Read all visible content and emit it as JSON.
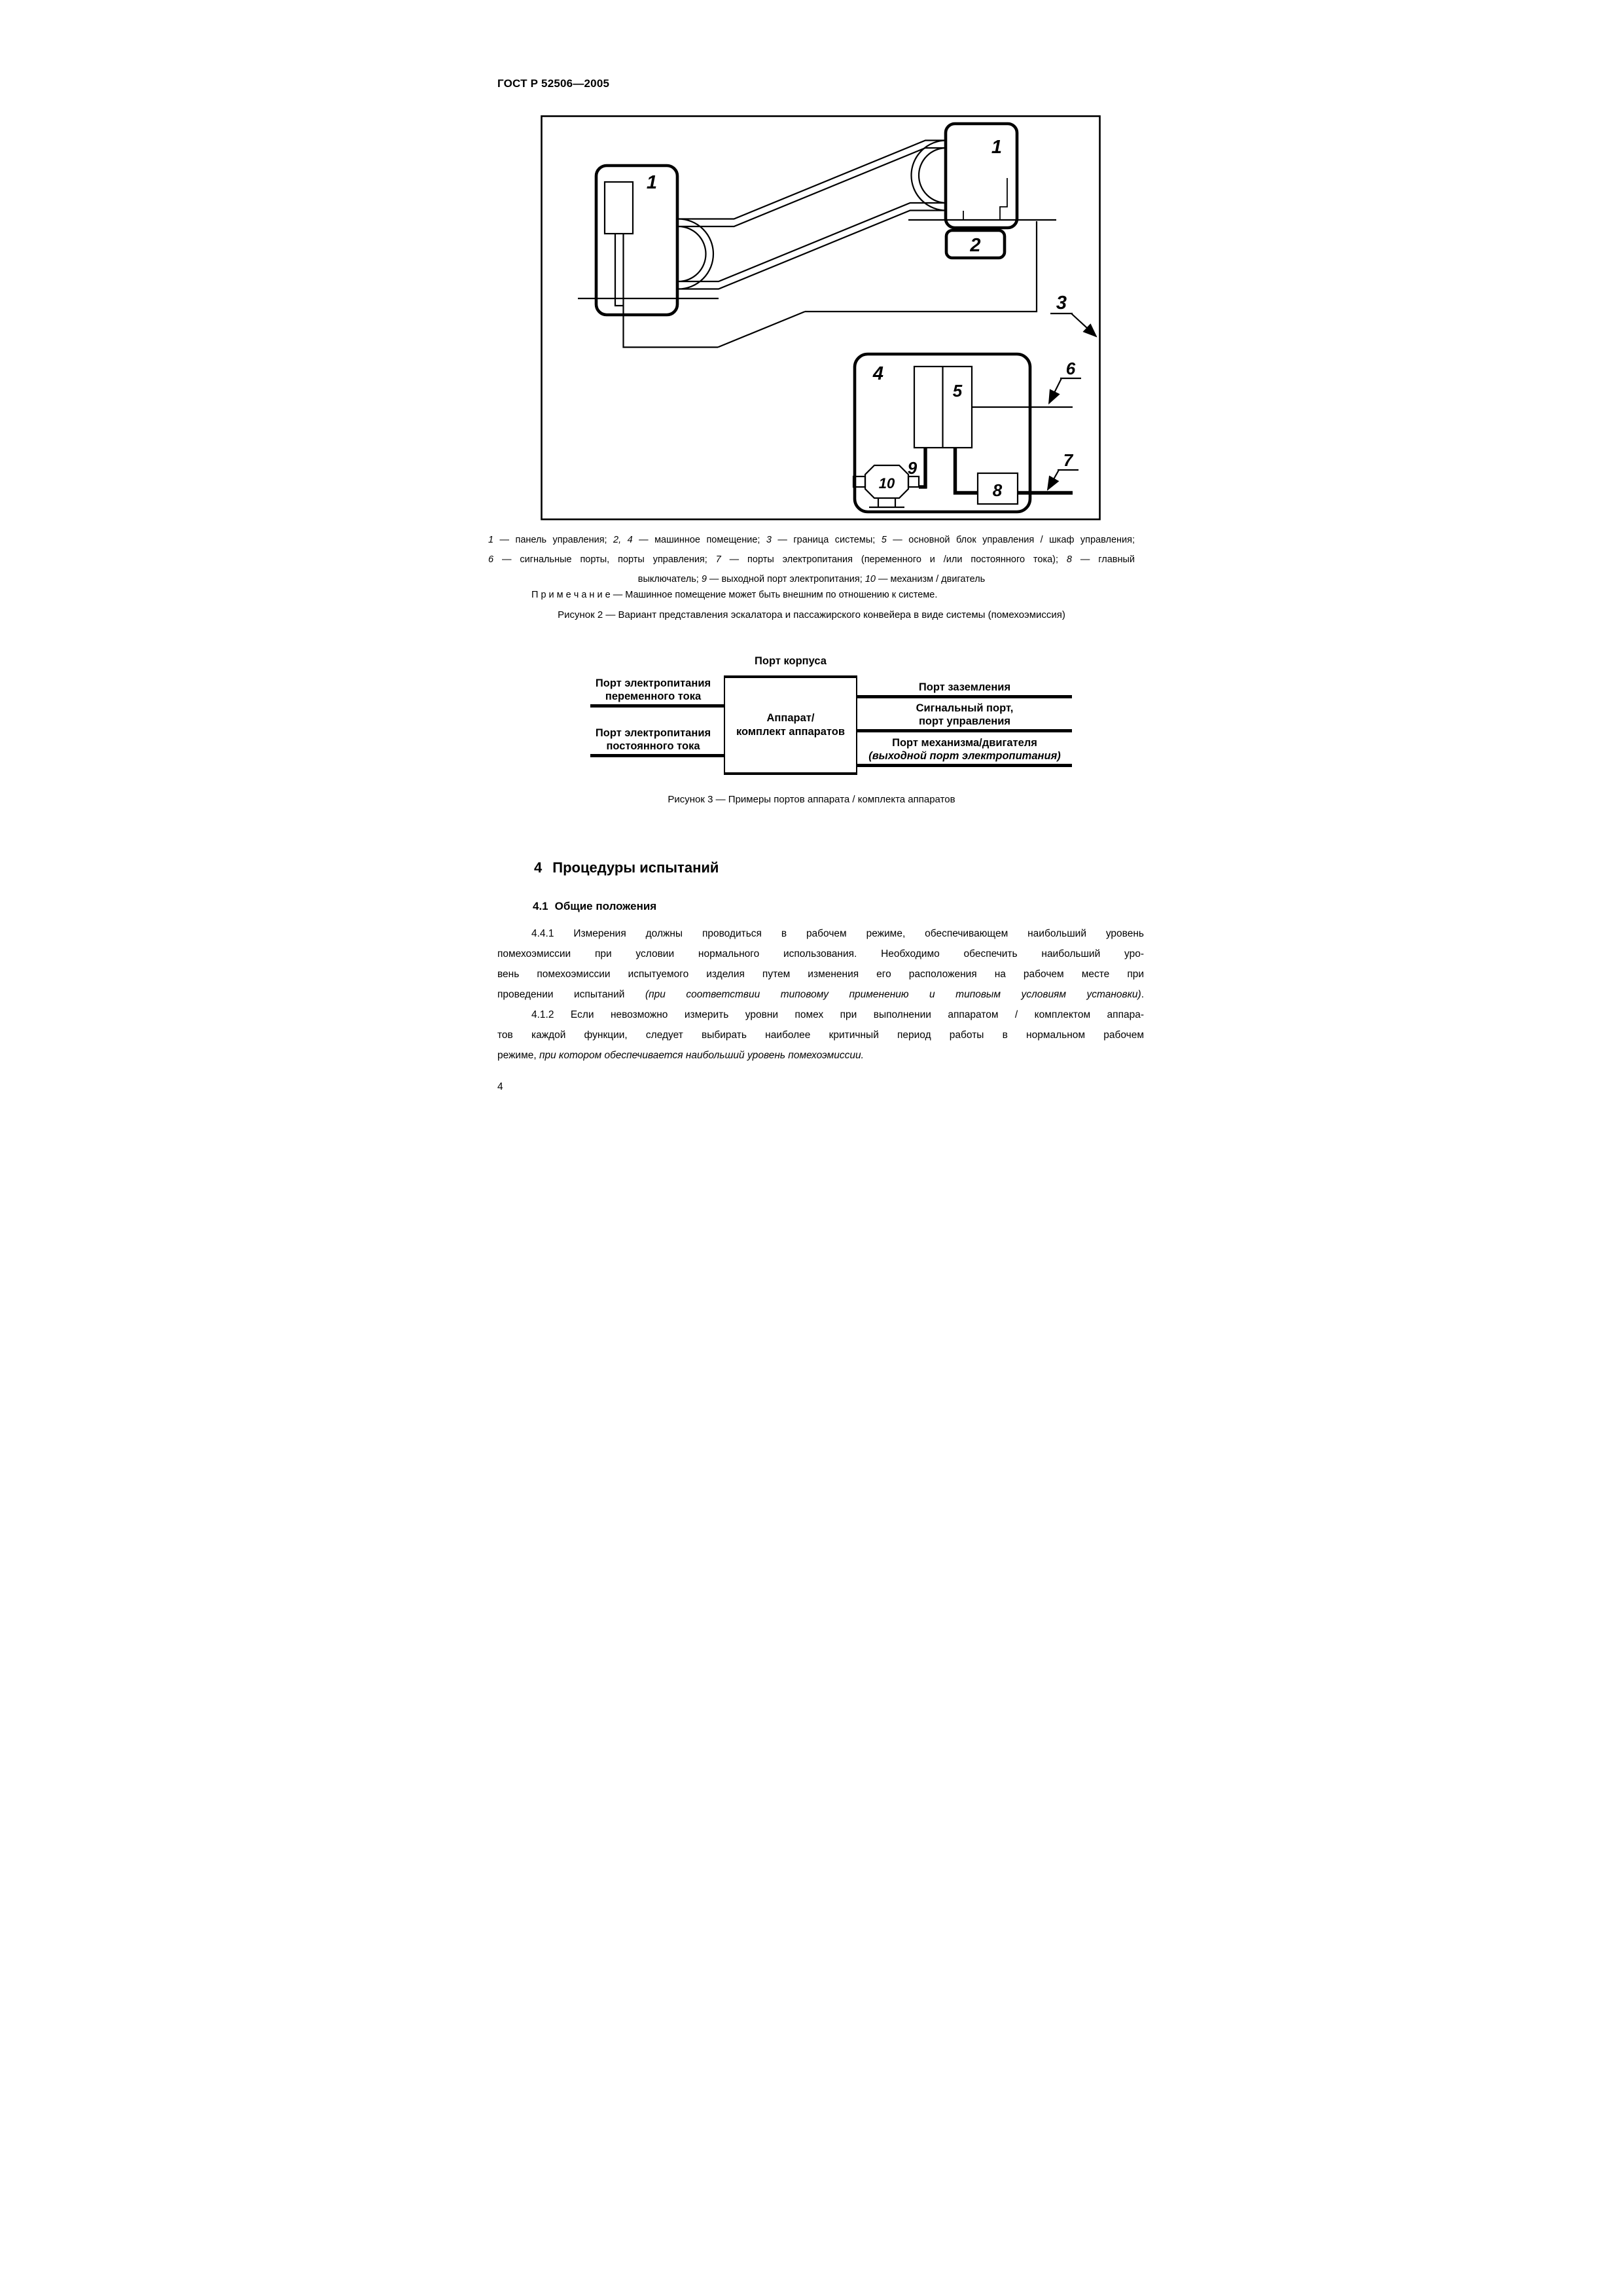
{
  "header": {
    "standard_code": "ГОСТ Р 52506—2005"
  },
  "figure2": {
    "labels": {
      "panel_lower": "1",
      "panel_upper": "1",
      "machine_room_2": "2",
      "system_boundary": "3",
      "machine_room_4": "4",
      "control_block": "5",
      "signal_ports": "6",
      "power_ports": "7",
      "main_switch": "8",
      "output_power_port": "9",
      "motor": "10"
    },
    "legend_lines": [
      [
        {
          "t": "1",
          "i": true
        },
        {
          "t": " — панель управления; "
        },
        {
          "t": "2, 4",
          "i": true
        },
        {
          "t": " — машинное помещение; "
        },
        {
          "t": "3",
          "i": true
        },
        {
          "t": " — граница системы; "
        },
        {
          "t": "5",
          "i": true
        },
        {
          "t": " — основной блок управления / шкаф управления;"
        }
      ],
      [
        {
          "t": "6",
          "i": true
        },
        {
          "t": " — сигнальные порты, порты управления; "
        },
        {
          "t": "7",
          "i": true
        },
        {
          "t": " — порты электропитания (переменного и /или постоянного тока); "
        },
        {
          "t": "8",
          "i": true
        },
        {
          "t": " — главный"
        }
      ],
      [
        {
          "t": "выключатель; "
        },
        {
          "t": "9",
          "i": true
        },
        {
          "t": " — выходной порт электропитания; "
        },
        {
          "t": "10",
          "i": true
        },
        {
          "t": " — механизм / двигатель"
        }
      ]
    ],
    "note": "П р и м е ч а н и е — Машинное помещение может быть внешним по отношению к системе.",
    "caption": "Рисунок 2 — Вариант представления эскалатора и пассажирского конвейера в виде системы (помехоэмиссия)"
  },
  "figure3": {
    "top_label": "Порт корпуса",
    "center_box": {
      "line1": "Аппарат/",
      "line2": "комплект аппаратов"
    },
    "left_ports": [
      {
        "line1": "Порт электропитания",
        "line2": "переменного тока"
      },
      {
        "line1": "Порт электропитания",
        "line2": "постоянного тока"
      }
    ],
    "right_ports": [
      {
        "line1": "Порт заземления",
        "line2": ""
      },
      {
        "line1": "Сигнальный порт,",
        "line2": "порт управления"
      },
      {
        "line1": "Порт механизма/двигателя",
        "line2": "(выходной порт электропитания)"
      }
    ],
    "caption": "Рисунок 3 — Примеры портов аппарата / комплекта аппаратов"
  },
  "section": {
    "number": "4",
    "title": "Процедуры испытаний"
  },
  "subsection": {
    "number": "4.1",
    "title": "Общие положения"
  },
  "body": {
    "paragraphs": [
      {
        "short_last": false,
        "lines": [
          [
            {
              "t": "4.4.1  Измерения должны проводиться в рабочем режиме, обеспечивающем наибольший уровень"
            }
          ],
          [
            {
              "t": "помехоэмиссии при условии нормального использования. Необходимо обеспечить наибольший уро-"
            }
          ],
          [
            {
              "t": "вень помехоэмиссии испытуемого изделия путем изменения его расположения на рабочем месте при"
            }
          ],
          [
            {
              "t": "проведении испытаний "
            },
            {
              "t": "(при соответствии типовому применению и типовым условиям установки)",
              "i": true
            },
            {
              "t": "."
            }
          ]
        ]
      },
      {
        "short_last": true,
        "lines": [
          [
            {
              "t": "4.1.2  Если невозможно измерить уровни помех при выполнении аппаратом / комплектом аппара-"
            }
          ],
          [
            {
              "t": "тов каждой функции, следует выбирать наиболее критичный период работы в нормальном рабочем"
            }
          ],
          [
            {
              "t": "режиме, "
            },
            {
              "t": "при котором обеспечивается наибольший уровень помехоэмиссии.",
              "i": true
            }
          ]
        ]
      }
    ]
  },
  "footer": {
    "page_number": "4"
  }
}
